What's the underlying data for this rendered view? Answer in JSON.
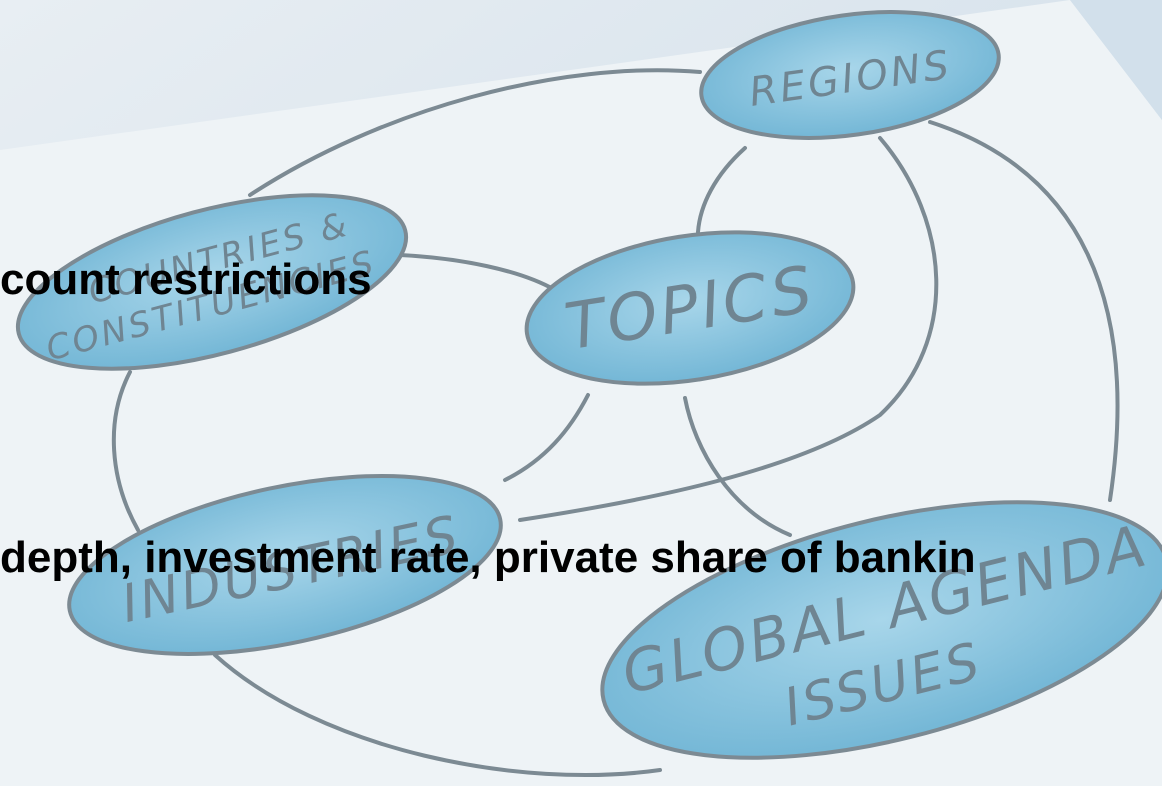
{
  "diagram": {
    "nodes": [
      {
        "id": "regions",
        "label": "REGIONS"
      },
      {
        "id": "topics",
        "label": "TOPICS"
      },
      {
        "id": "countries",
        "label": "COUNTRIES &\nCONSTITUENCIES"
      },
      {
        "id": "industries",
        "label": "INDUSTRIES"
      },
      {
        "id": "global-agenda",
        "label": "GLOBAL AGENDA\nISSUES"
      }
    ],
    "colors": {
      "node_fill": "#7fc1dd",
      "line": "#7c8a93",
      "paper": "#eef3f6",
      "background": "#dfe9f1"
    }
  },
  "overlay": {
    "line1": "count restrictions",
    "line2": "depth, investment rate, private share of bankin"
  }
}
